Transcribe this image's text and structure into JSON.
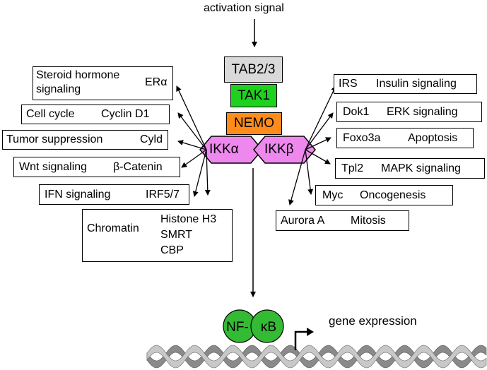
{
  "signal": {
    "label": "activation signal"
  },
  "complex": {
    "tab": "TAB2/3",
    "tak": "TAK1",
    "nemo": "NEMO",
    "ikka": "IKKα",
    "ikkb": "IKKβ"
  },
  "left_targets": [
    {
      "line1": "Steroid hormone",
      "line2": "signaling",
      "target": "ERα"
    },
    {
      "pathway": "Cell cycle",
      "target": "Cyclin D1"
    },
    {
      "pathway": "Tumor suppression",
      "target": "Cyld"
    },
    {
      "pathway": "Wnt signaling",
      "target": "β-Catenin"
    },
    {
      "pathway": "IFN signaling",
      "target": "IRF5/7"
    }
  ],
  "chromatin": {
    "label": "Chromatin",
    "targets": [
      "Histone H3",
      "SMRT",
      "CBP"
    ]
  },
  "right_targets": [
    {
      "target": "IRS",
      "pathway": "Insulin signaling"
    },
    {
      "target": "Dok1",
      "pathway": "ERK signaling"
    },
    {
      "target": "Foxo3a",
      "pathway": "Apoptosis"
    },
    {
      "target": "Tpl2",
      "pathway": "MAPK signaling"
    },
    {
      "target": "Myc",
      "pathway": "Oncogenesis"
    },
    {
      "target": "Aurora A",
      "pathway": "Mitosis"
    }
  ],
  "nfkb": {
    "left": "NF-",
    "right": "κB"
  },
  "output": {
    "label": "gene expression"
  },
  "colors": {
    "tab": "#d9d9d9",
    "tak": "#1fd11f",
    "nemo": "#ff8c1a",
    "ikk": "#ee88ee",
    "nfkb": "#33bb33",
    "dna": "#999999"
  }
}
